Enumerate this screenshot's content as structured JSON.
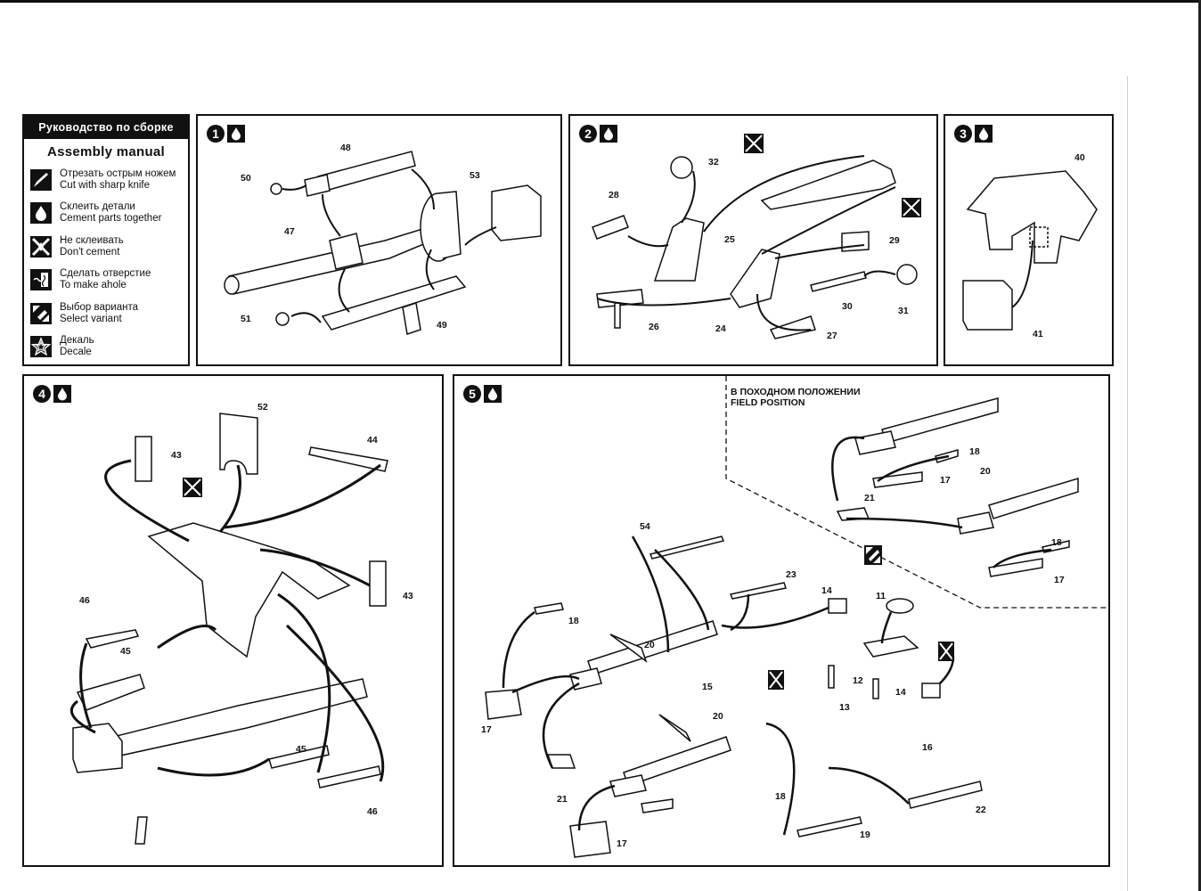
{
  "legend": {
    "title_ru": "Руководство по сборке",
    "title_en": "Assembly manual",
    "items": [
      {
        "icon": "knife-icon",
        "ru": "Отрезать острым ножем",
        "en": "Cut with sharp knife"
      },
      {
        "icon": "glue-drop-icon",
        "ru": "Склеить детали",
        "en": "Cement parts together"
      },
      {
        "icon": "no-cement-icon",
        "ru": "Не склеивать",
        "en": "Don't cement"
      },
      {
        "icon": "drill-hole-icon",
        "ru": "Сделать отверстие",
        "en": "To make ahole"
      },
      {
        "icon": "select-variant-icon",
        "ru": "Выбор варианта",
        "en": "Select variant"
      },
      {
        "icon": "decal-star-icon",
        "ru": "Декаль",
        "en": "Decale"
      }
    ]
  },
  "steps": [
    {
      "number": "1",
      "icon": "glue-drop-icon",
      "parts": [
        "48",
        "50",
        "53",
        "47",
        "51",
        "49"
      ]
    },
    {
      "number": "2",
      "icon": "glue-drop-icon",
      "parts": [
        "32",
        "28",
        "25",
        "29",
        "26",
        "24",
        "30",
        "31",
        "27"
      ]
    },
    {
      "number": "3",
      "icon": "glue-drop-icon",
      "parts": [
        "40",
        "41"
      ]
    },
    {
      "number": "4",
      "icon": "glue-drop-icon",
      "parts": [
        "52",
        "43",
        "44",
        "43",
        "46",
        "45",
        "45",
        "46"
      ]
    },
    {
      "number": "5",
      "icon": "glue-drop-icon",
      "field_note_ru": "В ПОХОДНОМ ПОЛОЖЕНИИ",
      "field_note_en": "FIELD POSITION",
      "parts": [
        "54",
        "23",
        "14",
        "11",
        "18",
        "20",
        "15",
        "12",
        "17",
        "13",
        "14",
        "21",
        "20",
        "16",
        "22",
        "18",
        "19",
        "17",
        "18",
        "20",
        "17",
        "21",
        "18",
        "17"
      ]
    }
  ]
}
